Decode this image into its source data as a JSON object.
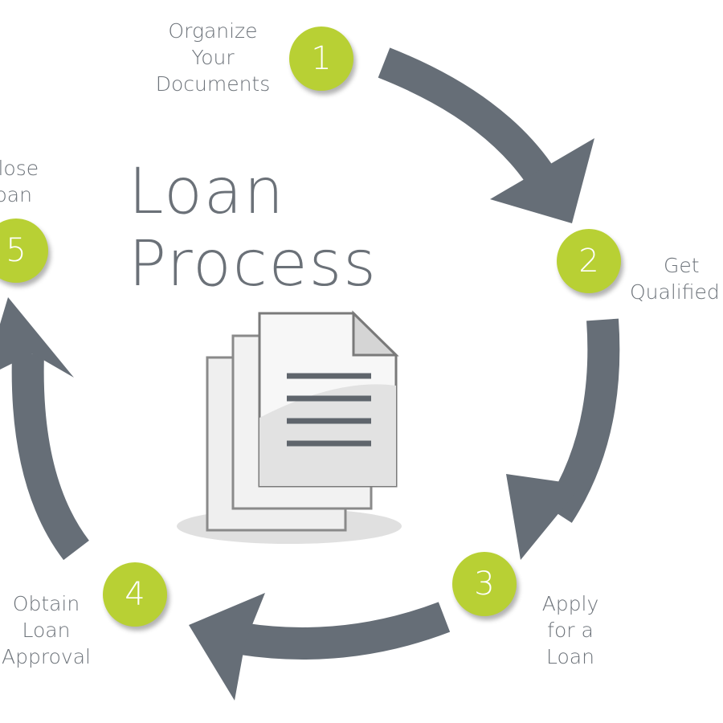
{
  "title": {
    "line1": "Loan",
    "line2": "Process"
  },
  "colors": {
    "accent": "#b8d034",
    "arrow": "#666e77",
    "text": "#6d737a"
  },
  "steps": [
    {
      "number": "1",
      "label": [
        "Organize",
        "Your",
        "Documents"
      ]
    },
    {
      "number": "2",
      "label": [
        "Get",
        "Qualified"
      ]
    },
    {
      "number": "3",
      "label": [
        "Apply",
        "for a",
        "Loan"
      ]
    },
    {
      "number": "4",
      "label": [
        "Obtain",
        "Loan",
        "Approval"
      ]
    },
    {
      "number": "5",
      "label": [
        "Close",
        "Loan"
      ]
    }
  ],
  "center_icon": "documents-stack-icon"
}
